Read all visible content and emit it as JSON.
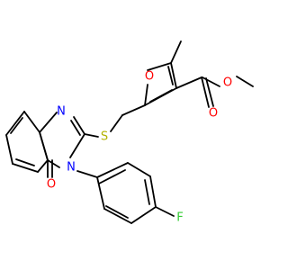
{
  "molecule": {
    "atoms": [
      {
        "id": "O1",
        "label": "O",
        "color": "#ff0000"
      },
      {
        "id": "O2",
        "label": "O",
        "color": "#ff0000"
      },
      {
        "id": "O3",
        "label": "O",
        "color": "#ff0000"
      },
      {
        "id": "O4",
        "label": "O",
        "color": "#ff0000"
      },
      {
        "id": "N1",
        "label": "N",
        "color": "#0000ff"
      },
      {
        "id": "N2",
        "label": "N",
        "color": "#0000ff"
      },
      {
        "id": "S1",
        "label": "S",
        "color": "#b2b200"
      },
      {
        "id": "F1",
        "label": "F",
        "color": "#33cc33"
      }
    ]
  },
  "colors": {
    "bond": "#000000",
    "oxygen": "#ff0000",
    "nitrogen": "#0000ff",
    "sulfur": "#b2b200",
    "fluorine": "#33cc33",
    "background": "#ffffff"
  }
}
